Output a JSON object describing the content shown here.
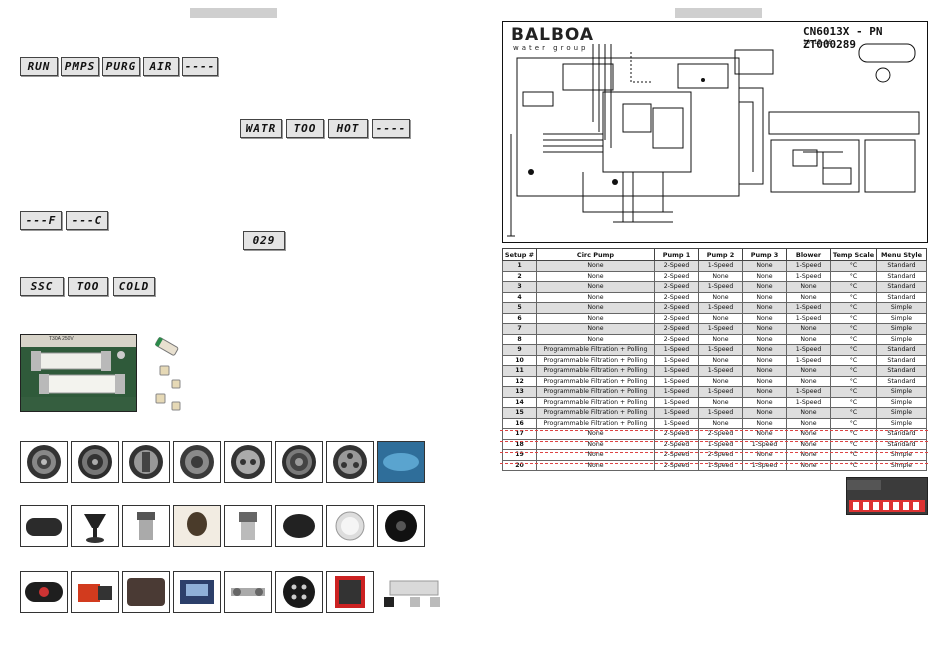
{
  "left_page": {
    "lcd_row1": [
      "RUN",
      "PMPS",
      "PURG",
      "AIR",
      "----"
    ],
    "lcd_row2": [
      "WATR",
      "TOO",
      "HOT",
      "----"
    ],
    "lcd_row3": [
      "---F",
      "---C"
    ],
    "lcd_single": "029",
    "lcd_row4": [
      "SSC",
      "TOO",
      "COLD"
    ],
    "fuse_label": "T30A 250V"
  },
  "right_page": {
    "diagram": {
      "brand": "BALBOA",
      "brand_sub": "water group",
      "model": "CN6013X - PN ZT000289",
      "rev": "10-17-16"
    },
    "table": {
      "headers": [
        "Setup #",
        "Circ Pump",
        "Pump 1",
        "Pump 2",
        "Pump 3",
        "Blower",
        "Temp Scale",
        "Menu Style"
      ],
      "rows": [
        [
          "1",
          "None",
          "2-Speed",
          "1-Speed",
          "None",
          "1-Speed",
          "°C",
          "Standard"
        ],
        [
          "2",
          "None",
          "2-Speed",
          "None",
          "None",
          "1-Speed",
          "°C",
          "Standard"
        ],
        [
          "3",
          "None",
          "2-Speed",
          "1-Speed",
          "None",
          "None",
          "°C",
          "Standard"
        ],
        [
          "4",
          "None",
          "2-Speed",
          "None",
          "None",
          "None",
          "°C",
          "Standard"
        ],
        [
          "5",
          "None",
          "2-Speed",
          "1-Speed",
          "None",
          "1-Speed",
          "°C",
          "Simple"
        ],
        [
          "6",
          "None",
          "2-Speed",
          "None",
          "None",
          "1-Speed",
          "°C",
          "Simple"
        ],
        [
          "7",
          "None",
          "2-Speed",
          "1-Speed",
          "None",
          "None",
          "°C",
          "Simple"
        ],
        [
          "8",
          "None",
          "2-Speed",
          "None",
          "None",
          "None",
          "°C",
          "Simple"
        ],
        [
          "9",
          "Programmable Filtration + Polling",
          "1-Speed",
          "1-Speed",
          "None",
          "1-Speed",
          "°C",
          "Standard"
        ],
        [
          "10",
          "Programmable Filtration + Polling",
          "1-Speed",
          "None",
          "None",
          "1-Speed",
          "°C",
          "Standard"
        ],
        [
          "11",
          "Programmable Filtration + Polling",
          "1-Speed",
          "1-Speed",
          "None",
          "None",
          "°C",
          "Standard"
        ],
        [
          "12",
          "Programmable Filtration + Polling",
          "1-Speed",
          "None",
          "None",
          "None",
          "°C",
          "Standard"
        ],
        [
          "13",
          "Programmable Filtration + Polling",
          "1-Speed",
          "1-Speed",
          "None",
          "1-Speed",
          "°C",
          "Simple"
        ],
        [
          "14",
          "Programmable Filtration + Polling",
          "1-Speed",
          "None",
          "None",
          "1-Speed",
          "°C",
          "Simple"
        ],
        [
          "15",
          "Programmable Filtration + Polling",
          "1-Speed",
          "1-Speed",
          "None",
          "None",
          "°C",
          "Simple"
        ],
        [
          "16",
          "Programmable Filtration + Polling",
          "1-Speed",
          "None",
          "None",
          "None",
          "°C",
          "Simple"
        ],
        [
          "17",
          "None",
          "2-Speed",
          "2-Speed",
          "None",
          "None",
          "°C",
          "Standard"
        ],
        [
          "18",
          "None",
          "2-Speed",
          "1-Speed",
          "1-Speed",
          "None",
          "°C",
          "Standard"
        ],
        [
          "19",
          "None",
          "2-Speed",
          "2-Speed",
          "None",
          "None",
          "°C",
          "Simple"
        ],
        [
          "20",
          "None",
          "2-Speed",
          "1-Speed",
          "1-Speed",
          "None",
          "°C",
          "Simple"
        ]
      ]
    }
  }
}
